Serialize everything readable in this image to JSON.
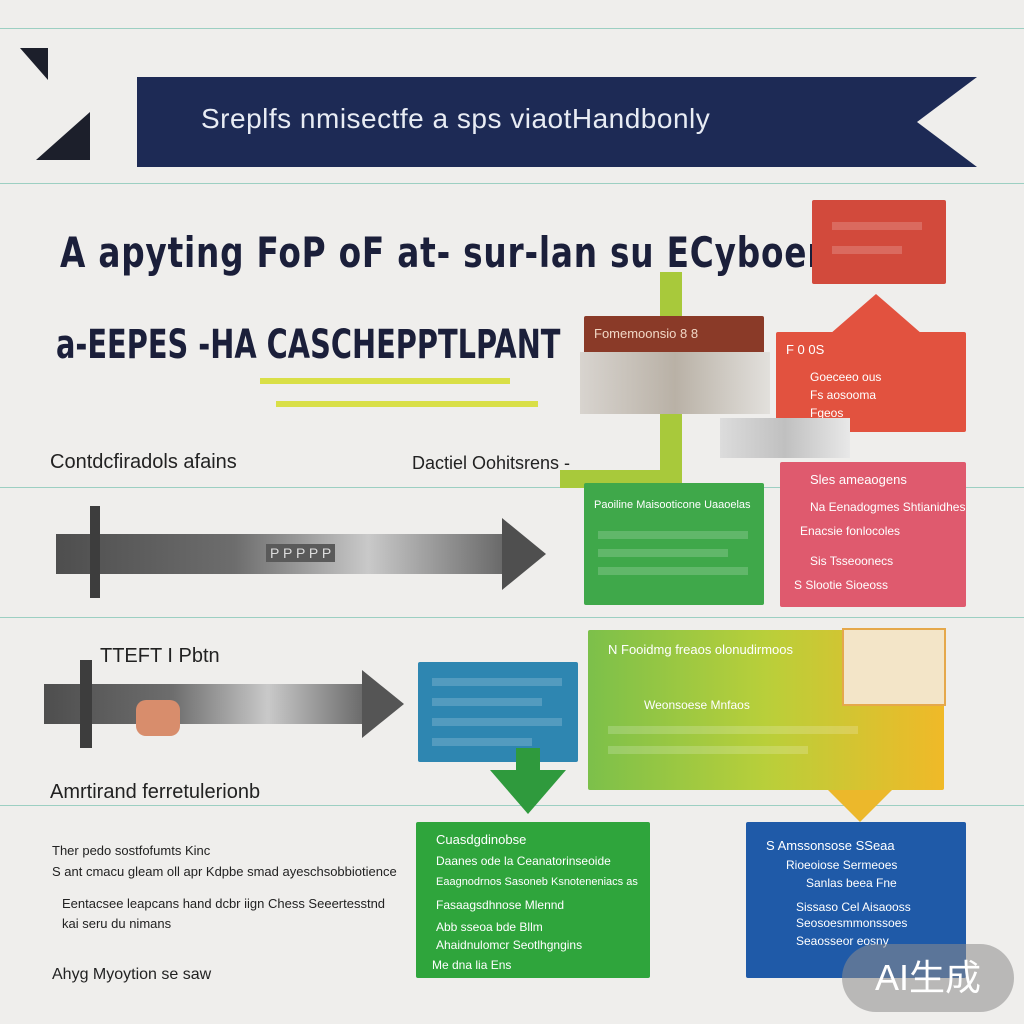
{
  "banner": {
    "title": "Sreplfs    nmisectfe a sps viaotHandbonly"
  },
  "headline": "A apyting FoP oF at- sur-lan  su ECyboens",
  "subheadline": "a-EEPES -HA CASCHEPPTLPANT",
  "left_labels": {
    "label1": "Contdcfiradols afains",
    "label2": "Dactiel Oohitsrens -",
    "label3": "TTEFT I Pbtn",
    "label4": "Amrtirand ferretulerionb"
  },
  "arrow1_label": "P P P P P",
  "notes": {
    "lines": [
      "Ther pedo sostfofumts  Kinc",
      "S ant  cmacu gleam oll apr Kdpbe smad  ayeschsobbiotience",
      "Eentacsee leapcans hand dcbr iign Chess Seeertesstnd",
      "kai  seru du nimans"
    ],
    "footer": "Ahyg Myoytion se saw"
  },
  "boxes": {
    "red_top": {
      "title": ""
    },
    "brown": {
      "title": "Fomemoonsio 8 8"
    },
    "red_mid": {
      "title": "F 0 0S",
      "lines": [
        "Goeceeo ous",
        "Fs aosooma",
        "Fgeos"
      ]
    },
    "green_mid": {
      "title": "Paoiline Maisooticone Uaaoelas"
    },
    "pink": {
      "title": "Sles ameaogens",
      "lines": [
        "Na Eenadogmes Shtianidhes",
        "Enacsie fonlocoles",
        "Sis Tsseoonecs",
        "S  Slootie Sioeoss"
      ]
    },
    "teal": {
      "title": ""
    },
    "yellow_green": {
      "title": "N  Fooidmg freaos olonudirmoos",
      "lines": [
        "Weonsoese Mnfaos"
      ]
    },
    "green_low": {
      "title": "Cuasdgdinobse",
      "lines": [
        "Daanes  ode la Ceanatorinseoide",
        "Eaagnodrnos  Sasoneb Ksnoteneniacs as",
        "Fasaagsdhnose Mlennd",
        "Abb  sseoa  bde  Bllm",
        "Ahaidnulomcr   Seotlhgngins"
      ],
      "footer": "Me  dna  lia  Ens"
    },
    "blue_low": {
      "title": "S Amssonsose  SSeaa",
      "lines": [
        "Rioeoiose Sermeoes",
        "Sanlas beea  Fne",
        "Sissaso Cel Aisaooss",
        "Seosoesmmonssoes",
        "Seaosseor eosny"
      ]
    }
  },
  "badge": "AI生成",
  "colors": {
    "navy": "#1d2a55",
    "red": "#e2523f",
    "green": "#3aa33c",
    "pink": "#df5a6e",
    "teal": "#2e86b1",
    "yellow": "#ecb82b",
    "blue": "#1f5aa8"
  }
}
